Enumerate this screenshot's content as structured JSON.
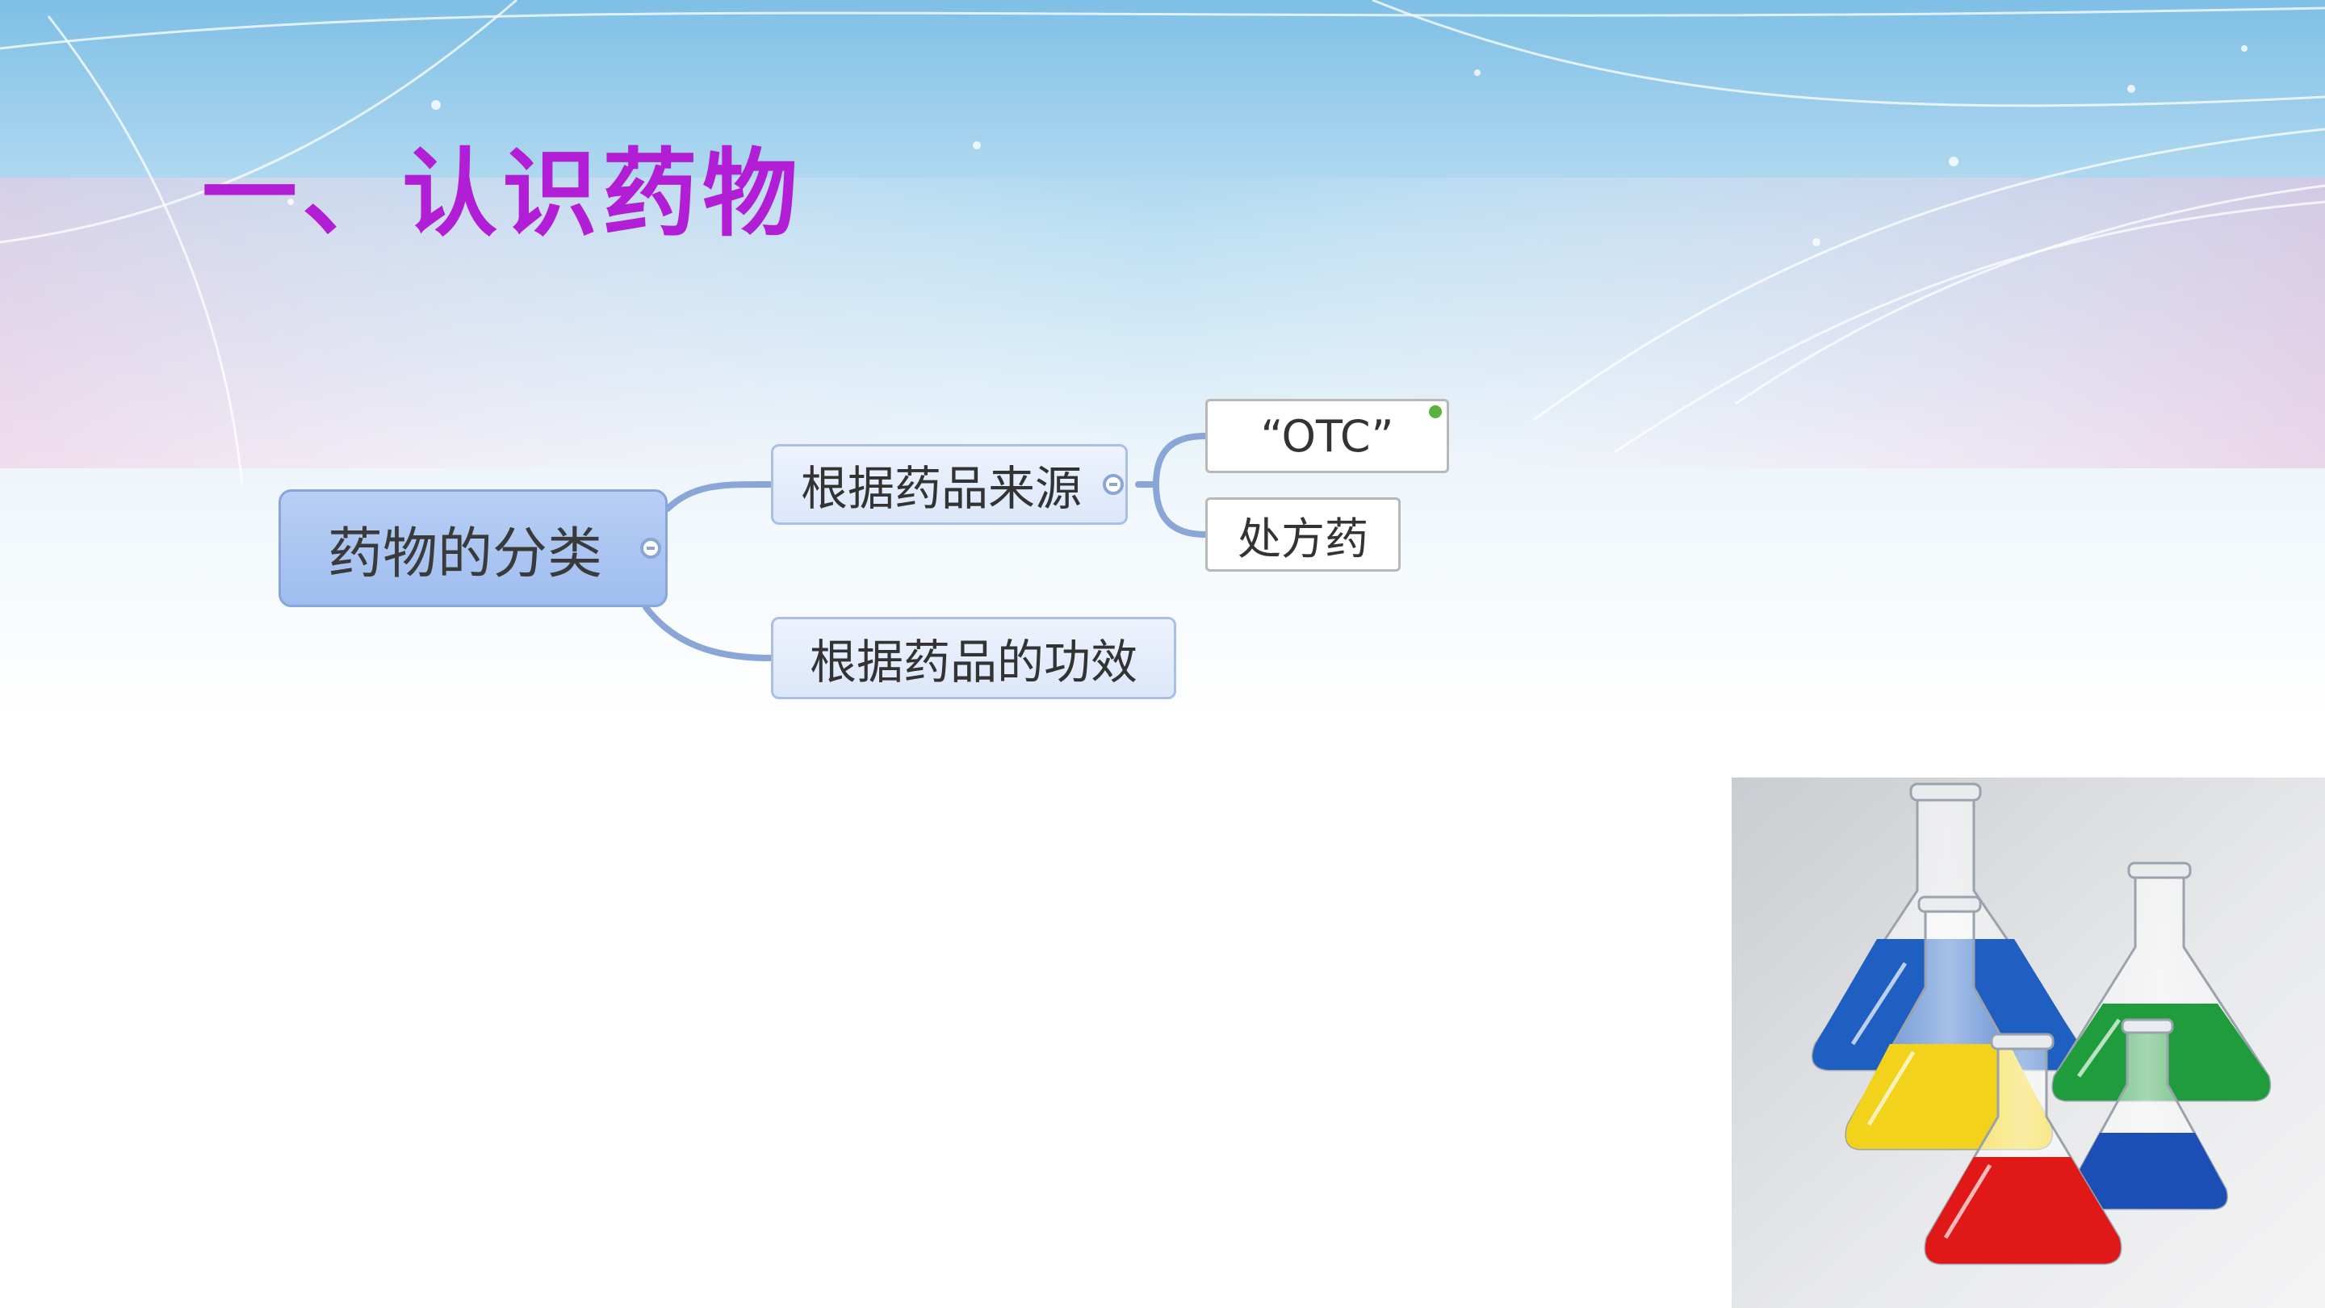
{
  "slide": {
    "title": "一、认识药物"
  },
  "mindmap": {
    "root": {
      "label": "药物的分类"
    },
    "branches": [
      {
        "label": "根据药品来源"
      },
      {
        "label": "根据药品的功效"
      }
    ],
    "leaves": [
      {
        "label": "“OTC”"
      },
      {
        "label": "处方药"
      }
    ]
  },
  "colors": {
    "title": "#b21ed6",
    "root_fill": "#a9c4f2",
    "branch_fill": "#e4ecfb",
    "connector": "#8aa6d6",
    "marker": "#5bb13d"
  }
}
